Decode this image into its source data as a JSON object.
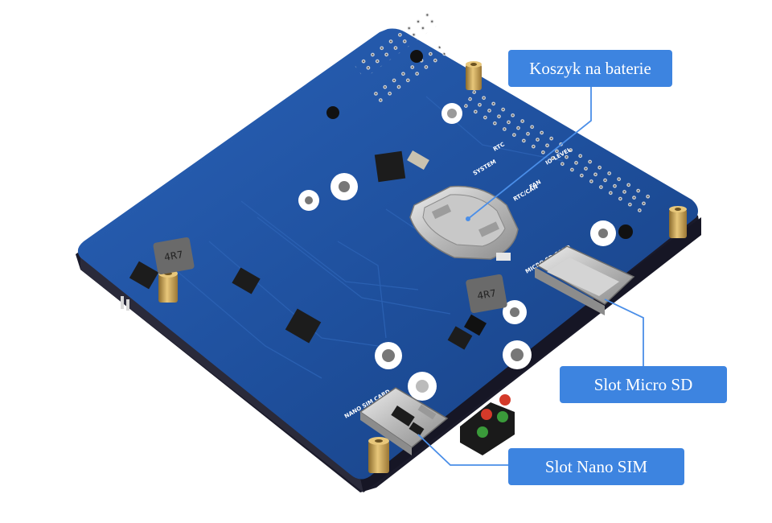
{
  "callouts": {
    "battery": "Koszyk  na baterie",
    "micro_sd": "Slot Micro SD",
    "nano_sim": "Slot Nano SIM"
  },
  "silkscreen": {
    "micro_sd_card": "MICRO SD CARD",
    "nano_sim_card": "NANO SIM CARD",
    "inductor_1": "4R7",
    "inductor_2": "4R7",
    "rtc": "RTC",
    "system": "SYSTEM",
    "io_level": "IO-LEVEL",
    "fan": "FAN",
    "rtc_can": "RTC/CAN"
  },
  "colors": {
    "pcb": "#1e4f9c",
    "callout": "#3d84e0",
    "leader": "#4a8ee8",
    "brass": "#caa255"
  }
}
